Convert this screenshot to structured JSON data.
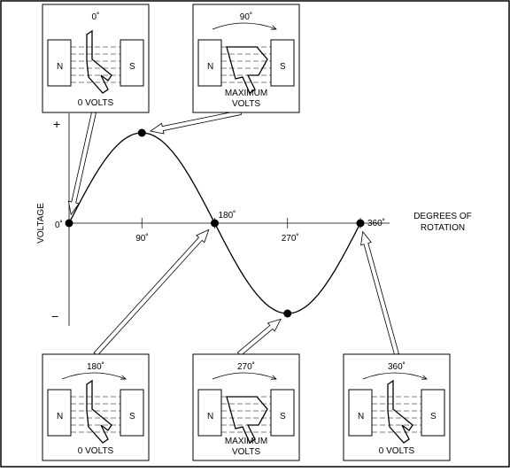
{
  "axis": {
    "y_label": "VOLTAGE",
    "x_label_line1": "DEGREES OF",
    "x_label_line2": "ROTATION",
    "plus": "+",
    "minus": "−",
    "zero": "0˚",
    "ticks": [
      "90˚",
      "180˚",
      "270˚",
      "360˚"
    ]
  },
  "panels": [
    {
      "angle": "0˚",
      "caption_line1": "0 VOLTS",
      "caption_line2": "",
      "pole_left": "N",
      "pole_right": "S",
      "arrow": false
    },
    {
      "angle": "90˚",
      "caption_line1": "MAXIMUM",
      "caption_line2": "VOLTS",
      "pole_left": "N",
      "pole_right": "S",
      "arrow": true
    },
    {
      "angle": "180˚",
      "caption_line1": "0 VOLTS",
      "caption_line2": "",
      "pole_left": "N",
      "pole_right": "S",
      "arrow": true
    },
    {
      "angle": "270˚",
      "caption_line1": "MAXIMUM",
      "caption_line2": "VOLTS",
      "pole_left": "N",
      "pole_right": "S",
      "arrow": true
    },
    {
      "angle": "360˚",
      "caption_line1": "0 VOLTS",
      "caption_line2": "",
      "pole_left": "N",
      "pole_right": "S",
      "arrow": true
    }
  ],
  "points": [
    {
      "angle_deg": 0,
      "voltage": 0
    },
    {
      "angle_deg": 90,
      "voltage": 1
    },
    {
      "angle_deg": 180,
      "voltage": 0
    },
    {
      "angle_deg": 270,
      "voltage": -1
    },
    {
      "angle_deg": 360,
      "voltage": 0
    }
  ]
}
